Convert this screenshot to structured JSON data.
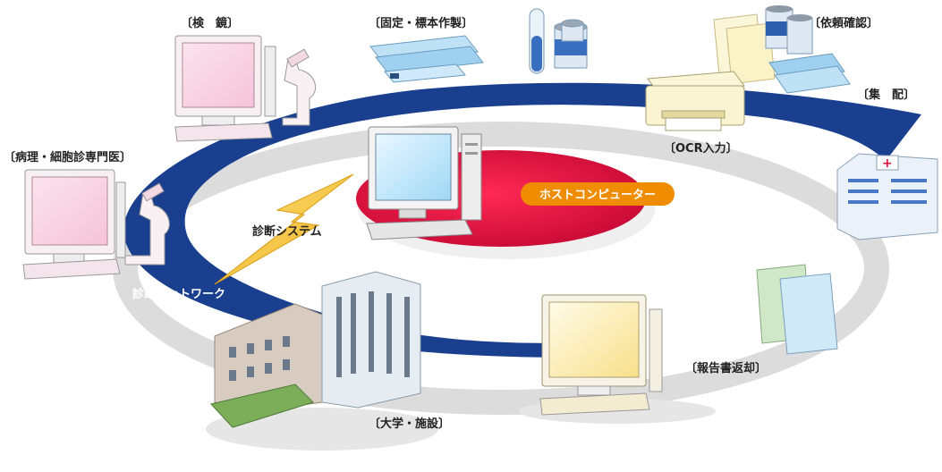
{
  "labels": {
    "microscopy": "〔検　鏡〕",
    "fixation": "〔固定・標本作製〕",
    "request_check": "〔依頼確認〕",
    "collection": "〔集　配〕",
    "ocr_input": "〔OCR入力〕",
    "pathologist": "〔病理・細胞診専門医〕",
    "host_computer": "ホストコンピューター",
    "diagnosis_system": "診断システム",
    "diagnosis_network": "診断ネットワーク",
    "report_return": "〔報告書返却〕",
    "university": "〔大学・施設〕"
  },
  "colors": {
    "ring": "#1a3f8f",
    "host_disc": "#e0103c",
    "host_badge": "#f08c00",
    "lightning": "#f5c842",
    "shadow": "#d8d8d8"
  }
}
